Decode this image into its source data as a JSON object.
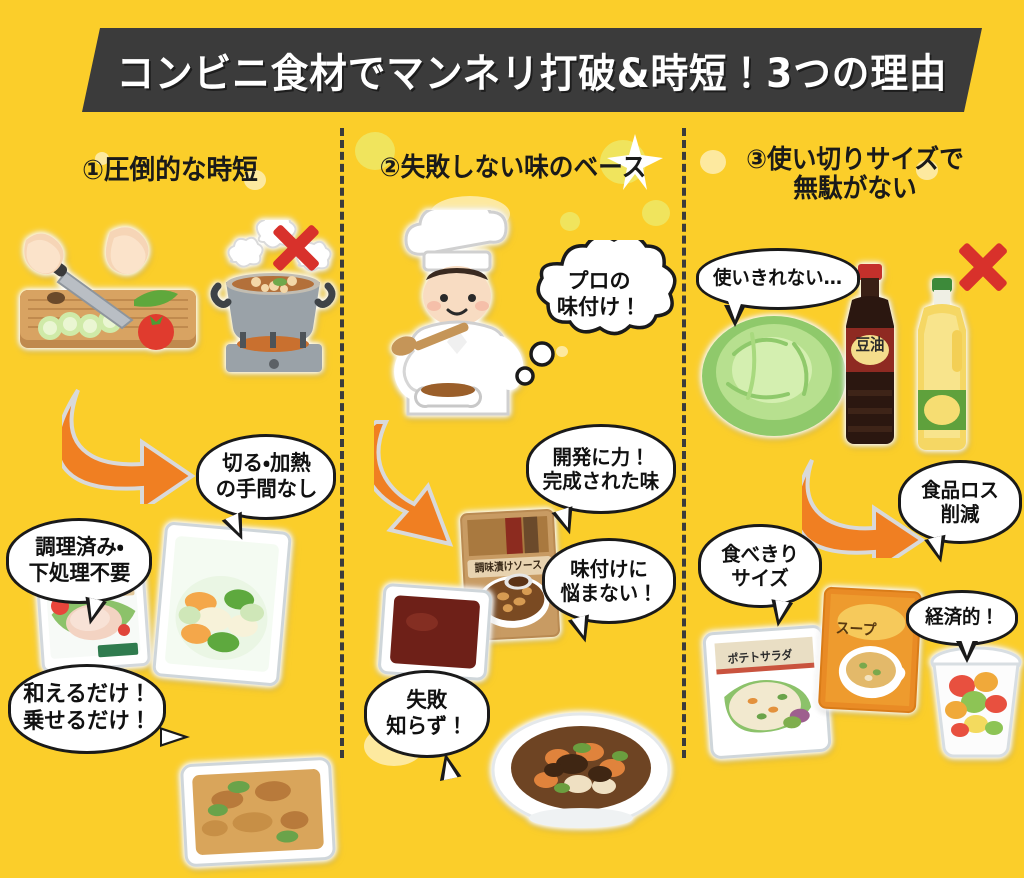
{
  "banner": {
    "title": "コンビニ食材でマンネリ打破&時短！3つの理由"
  },
  "columns": [
    {
      "id": "col-1",
      "heading": "①圧倒的な時短",
      "bubbles": [
        {
          "name": "bubble-kiru-kanetsu",
          "text": "切る・加熱\nの手間なし"
        },
        {
          "name": "bubble-chouri-zumi",
          "text": "調理済み・\n下処理不要"
        },
        {
          "name": "bubble-aeru-noseru",
          "text": "和えるだけ！\n乗せるだけ！"
        }
      ],
      "packages": [
        {
          "name": "package-salad-chicken",
          "label": "サラダチキン"
        },
        {
          "name": "package-cut-vegetables",
          "label": ""
        },
        {
          "name": "package-bento-bowl",
          "label": ""
        }
      ],
      "illustrations": [
        {
          "name": "cutting-board-illustration",
          "label": "包丁で野菜を切る手"
        },
        {
          "name": "stove-pot-illustration",
          "label": "コンロの鍋"
        }
      ],
      "x_mark": true,
      "arrow": true
    },
    {
      "id": "col-2",
      "heading": "②失敗しない味のベース",
      "bubbles": [
        {
          "name": "bubble-pro-ajitsuke",
          "text": "プロの\n味付け！"
        },
        {
          "name": "bubble-kaihatsu",
          "text": "開発に力！\n完成された味"
        },
        {
          "name": "bubble-ajitsuke-nayamanai",
          "text": "味付けに\n悩まない！"
        },
        {
          "name": "bubble-shippai-shirazu",
          "text": "失敗\n知らず！"
        }
      ],
      "packages": [
        {
          "name": "package-sauce-pouch",
          "label": "調味漬けソース"
        },
        {
          "name": "package-sauce-tray",
          "label": ""
        }
      ],
      "illustrations": [
        {
          "name": "chef-illustration",
          "label": "コック帽のシェフ"
        },
        {
          "name": "stew-bowl-illustration",
          "label": "煮込み料理の皿"
        }
      ],
      "x_mark": false,
      "arrow": true
    },
    {
      "id": "col-3",
      "heading": "③使い切りサイズで\n無駄がない",
      "bubbles": [
        {
          "name": "bubble-tsukaikirenai",
          "text": "使いきれない…"
        },
        {
          "name": "bubble-shokuhin-loss",
          "text": "食品ロス\n削減"
        },
        {
          "name": "bubble-tabekiri-size",
          "text": "食べきり\nサイズ"
        },
        {
          "name": "bubble-keizaiteki",
          "text": "経済的！"
        }
      ],
      "packages": [
        {
          "name": "package-potato-salad",
          "label": "ポテトサラダ"
        },
        {
          "name": "package-soup",
          "label": "スープ"
        },
        {
          "name": "bottle-soy-sauce",
          "label": "豆油"
        },
        {
          "name": "bottle-cooking-oil",
          "label": ""
        },
        {
          "name": "cup-fruit-jelly",
          "label": ""
        }
      ],
      "illustrations": [
        {
          "name": "cabbage-illustration",
          "label": "キャベツ"
        }
      ],
      "x_mark": true,
      "arrow": true
    }
  ],
  "colors": {
    "background": "#FBCE2A",
    "banner": "#3B3B3B",
    "banner_text": "#FFFFFF",
    "accent_orange": "#F07F22",
    "x_red": "#D8312B",
    "outline": "#1A1A1A",
    "bubble_fill": "#FFFFFF"
  }
}
